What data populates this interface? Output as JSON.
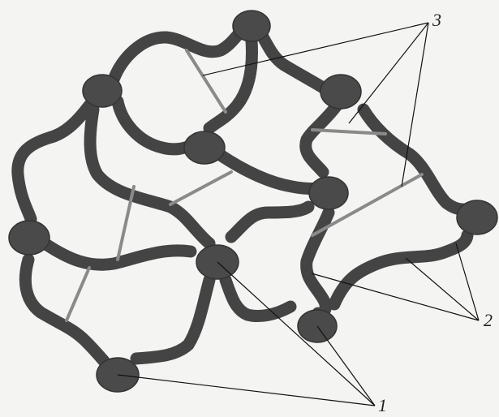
{
  "diagram": {
    "callouts": [
      {
        "id": "callout-1",
        "text": "1"
      },
      {
        "id": "callout-2",
        "text": "2"
      },
      {
        "id": "callout-3",
        "text": "3"
      }
    ]
  },
  "colors": {
    "node": "#4a4a4a",
    "chain": "#444444",
    "crosslink": "#8a8a8a",
    "leader": "#111111",
    "background": "#f4f4f2"
  }
}
